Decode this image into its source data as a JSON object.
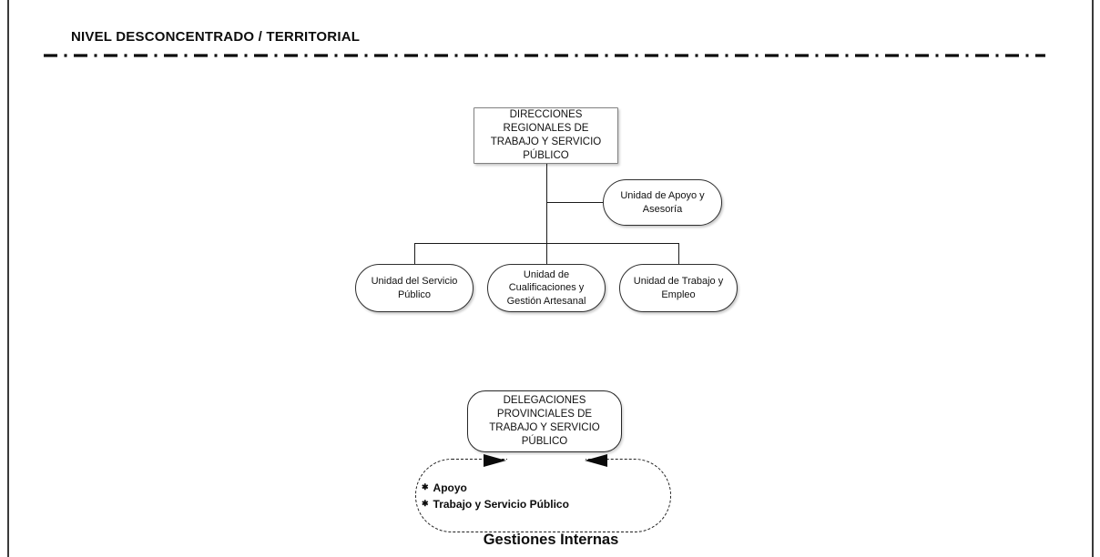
{
  "header": {
    "title": "NIVEL DESCONCENTRADO / TERRITORIAL"
  },
  "chart": {
    "root_label": "DIRECCIONES REGIONALES DE TRABAJO Y SERVICIO PÚBLICO",
    "advisory_label": "Unidad de Apoyo y Asesoría",
    "units": [
      {
        "label": "Unidad del Servicio Público"
      },
      {
        "label": "Unidad de Cualificaciones y Gestión Artesanal"
      },
      {
        "label": "Unidad de Trabajo y Empleo"
      }
    ],
    "delegations_label": "DELEGACIONES PROVINCIALES DE TRABAJO Y SERVICIO PÚBLICO",
    "internal": {
      "bullet_glyph": "✱",
      "items": [
        "Apoyo",
        "Trabajo y Servicio Público"
      ],
      "caption": "Gestiones Internas"
    }
  },
  "colors": {
    "background": "#ffffff",
    "connector_line": "#1a1a1a",
    "root_border": "#808080",
    "node_border": "#2f2f2f",
    "text": "#111111"
  }
}
